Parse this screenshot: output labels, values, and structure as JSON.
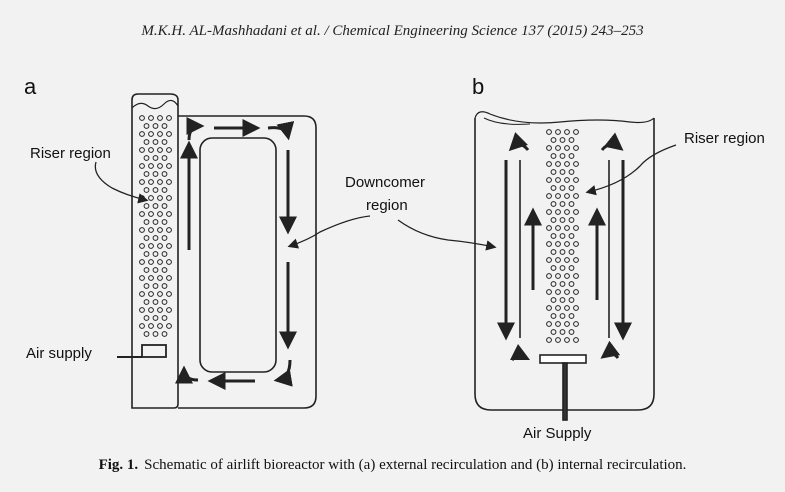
{
  "header": {
    "citation": "M.K.H. AL-Mashhadani et al. / Chemical Engineering Science 137 (2015) 243–253"
  },
  "figure": {
    "panels": [
      "a",
      "b"
    ],
    "labels": {
      "riser_a": "Riser region",
      "air_supply_a": "Air supply",
      "downcomer_line1": "Downcomer",
      "downcomer_line2": "region",
      "riser_b": "Riser region",
      "air_supply_b": "Air Supply"
    },
    "caption_label": "Fig. 1.",
    "caption_text": "Schematic of airlift bioreactor with (a) external recirculation and (b) internal recirculation."
  }
}
